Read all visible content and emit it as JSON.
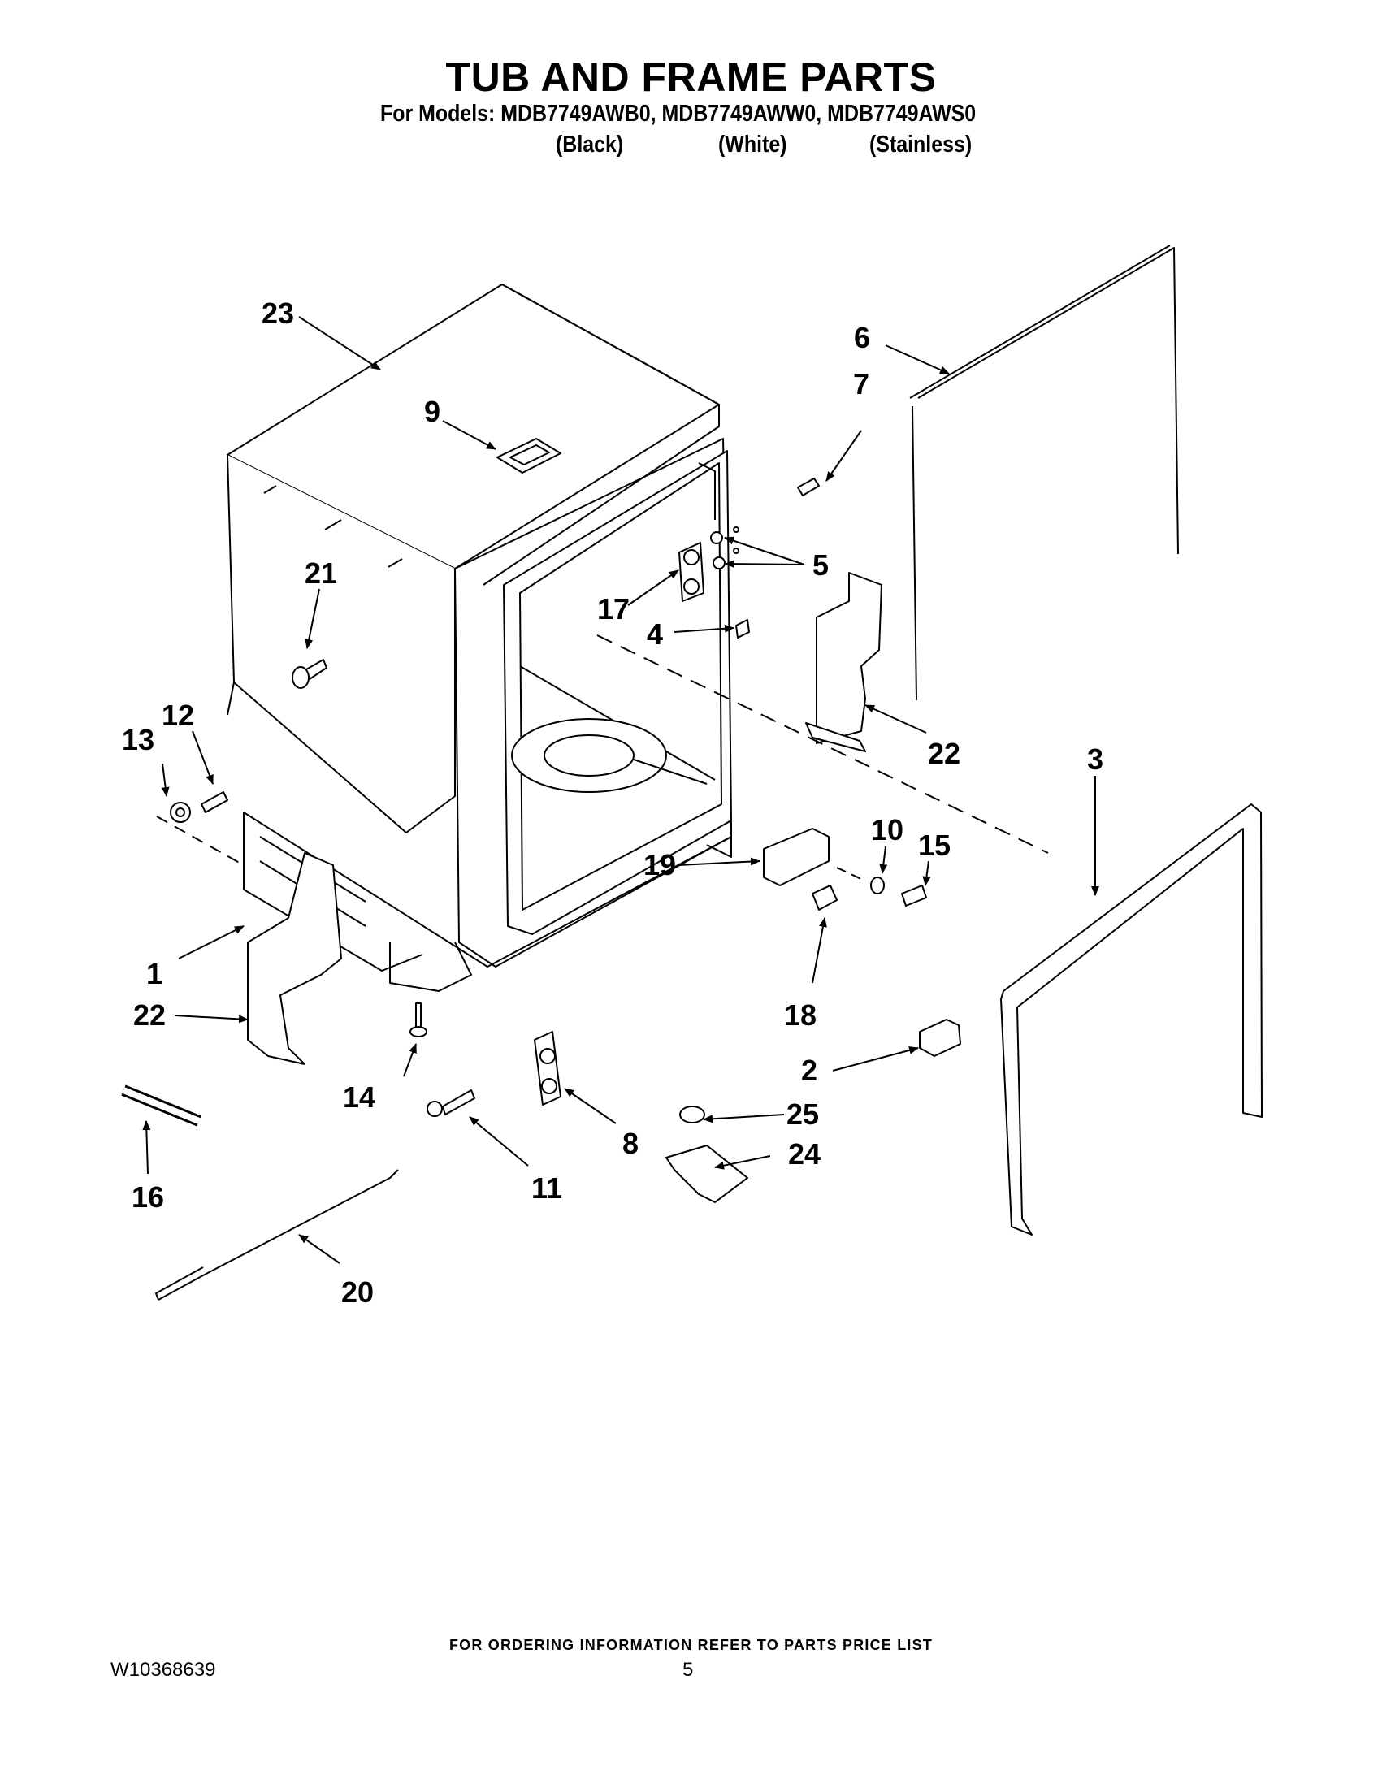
{
  "header": {
    "title": "TUB AND FRAME PARTS",
    "models_line": "For Models: MDB7749AWB0, MDB7749AWW0, MDB7749AWS0",
    "variants": [
      "(Black)",
      "(White)",
      "(Stainless)"
    ]
  },
  "diagram": {
    "callouts": [
      {
        "id": "c1",
        "label": "1"
      },
      {
        "id": "c2",
        "label": "2"
      },
      {
        "id": "c3",
        "label": "3"
      },
      {
        "id": "c4",
        "label": "4"
      },
      {
        "id": "c5",
        "label": "5"
      },
      {
        "id": "c6",
        "label": "6"
      },
      {
        "id": "c7",
        "label": "7"
      },
      {
        "id": "c8",
        "label": "8"
      },
      {
        "id": "c9",
        "label": "9"
      },
      {
        "id": "c10",
        "label": "10"
      },
      {
        "id": "c11",
        "label": "11"
      },
      {
        "id": "c12",
        "label": "12"
      },
      {
        "id": "c13",
        "label": "13"
      },
      {
        "id": "c14",
        "label": "14"
      },
      {
        "id": "c15",
        "label": "15"
      },
      {
        "id": "c16",
        "label": "16"
      },
      {
        "id": "c17",
        "label": "17"
      },
      {
        "id": "c18",
        "label": "18"
      },
      {
        "id": "c19",
        "label": "19"
      },
      {
        "id": "c20",
        "label": "20"
      },
      {
        "id": "c21",
        "label": "21"
      },
      {
        "id": "c22a",
        "label": "22"
      },
      {
        "id": "c22b",
        "label": "22"
      },
      {
        "id": "c23",
        "label": "23"
      },
      {
        "id": "c24",
        "label": "24"
      },
      {
        "id": "c25",
        "label": "25"
      }
    ]
  },
  "footer": {
    "ordering_note": "FOR ORDERING INFORMATION REFER TO PARTS PRICE LIST",
    "doc_number": "W10368639",
    "page_number": "5"
  }
}
